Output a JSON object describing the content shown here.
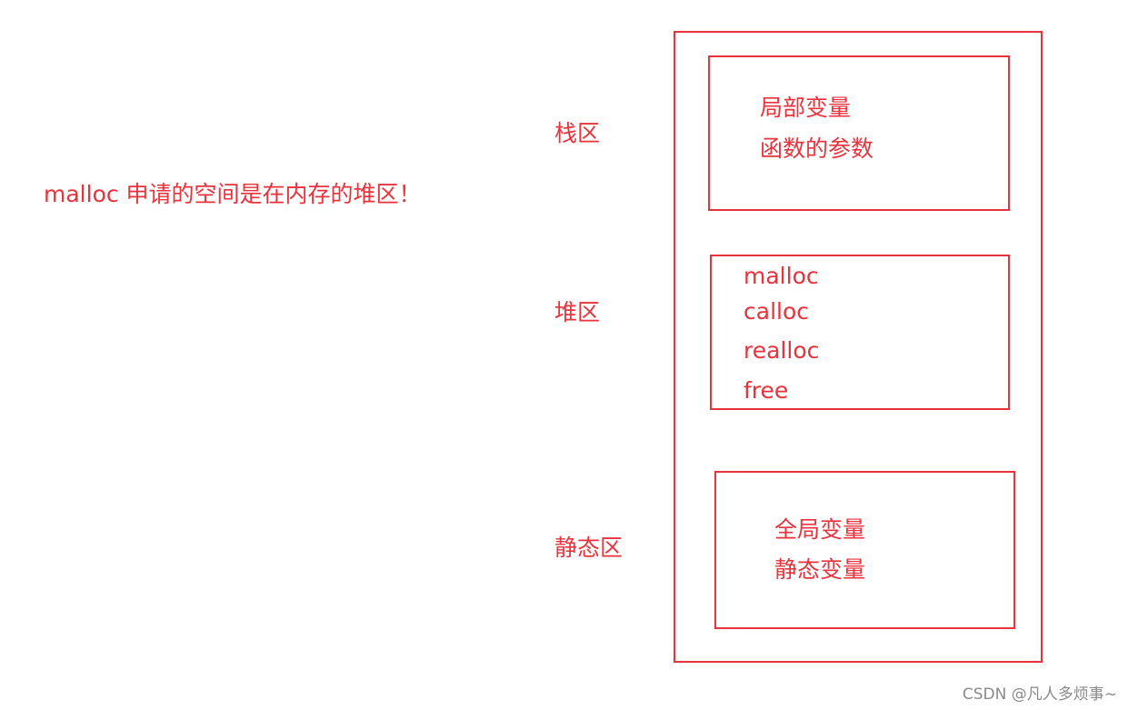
{
  "caption": "malloc 申请的空间是在内存的堆区！",
  "regions": {
    "stack": {
      "label": "栈区",
      "items": [
        "局部变量",
        "函数的参数"
      ]
    },
    "heap": {
      "label": "堆区",
      "items": [
        "malloc",
        "calloc",
        "realloc",
        "free"
      ]
    },
    "static": {
      "label": "静态区",
      "items": [
        "全局变量",
        "静态变量"
      ]
    }
  },
  "watermark": "CSDN @凡人多烦事~",
  "colors": {
    "accent": "#e8323c",
    "watermark": "#8a8a8a",
    "background": "#ffffff"
  }
}
